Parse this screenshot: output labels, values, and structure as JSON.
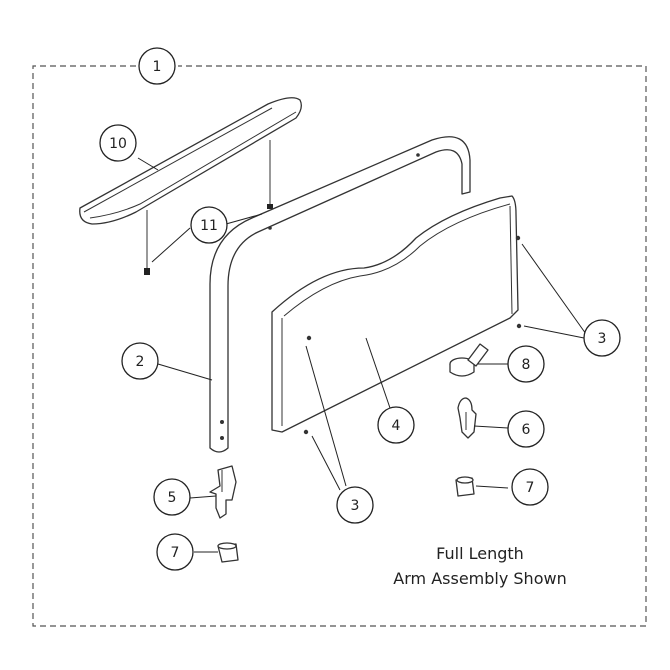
{
  "callouts": {
    "c1": "1",
    "c2": "2",
    "c3a": "3",
    "c3b": "3",
    "c4": "4",
    "c5": "5",
    "c6": "6",
    "c7a": "7",
    "c7b": "7",
    "c8": "8",
    "c10": "10",
    "c11": "11"
  },
  "caption": {
    "line1": "Full Length",
    "line2": "Arm Assembly Shown"
  }
}
